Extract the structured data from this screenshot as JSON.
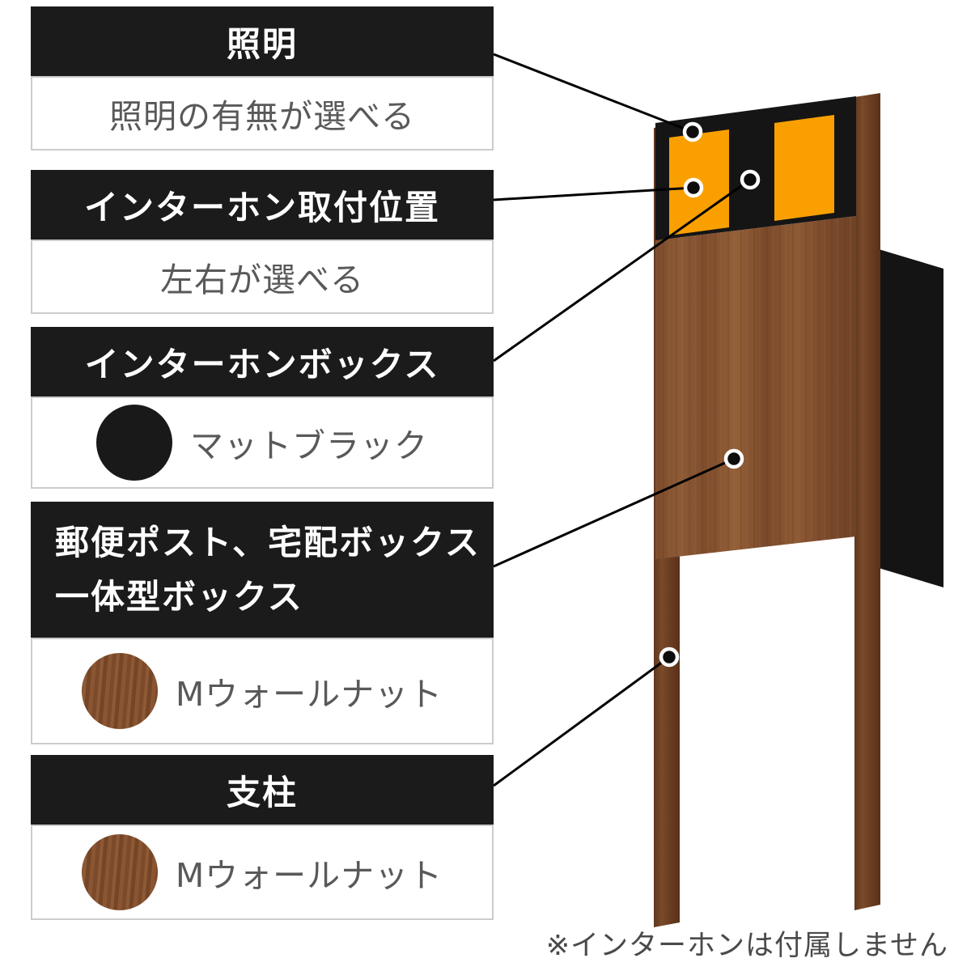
{
  "colors": {
    "header_bg": "#1b1b1b",
    "accent_orange": "#f9a000",
    "wood_brown": "#8a5632",
    "matte_black": "#191919"
  },
  "callouts": [
    {
      "title": "照明",
      "description": "照明の有無が選べる"
    },
    {
      "title": "インターホン取付位置",
      "description": "左右が選べる"
    },
    {
      "title": "インターホンボックス",
      "swatch_color": "#191919",
      "swatch_label": "マットブラック"
    },
    {
      "title_line1": "郵便ポスト、宅配ボックス",
      "title_line2": "一体型ボックス",
      "swatch_color": "#8a5632",
      "swatch_label": "Mウォールナット"
    },
    {
      "title": "支柱",
      "swatch_color": "#8a5632",
      "swatch_label": "Mウォールナット"
    }
  ],
  "note": "※インターホンは付属しません"
}
